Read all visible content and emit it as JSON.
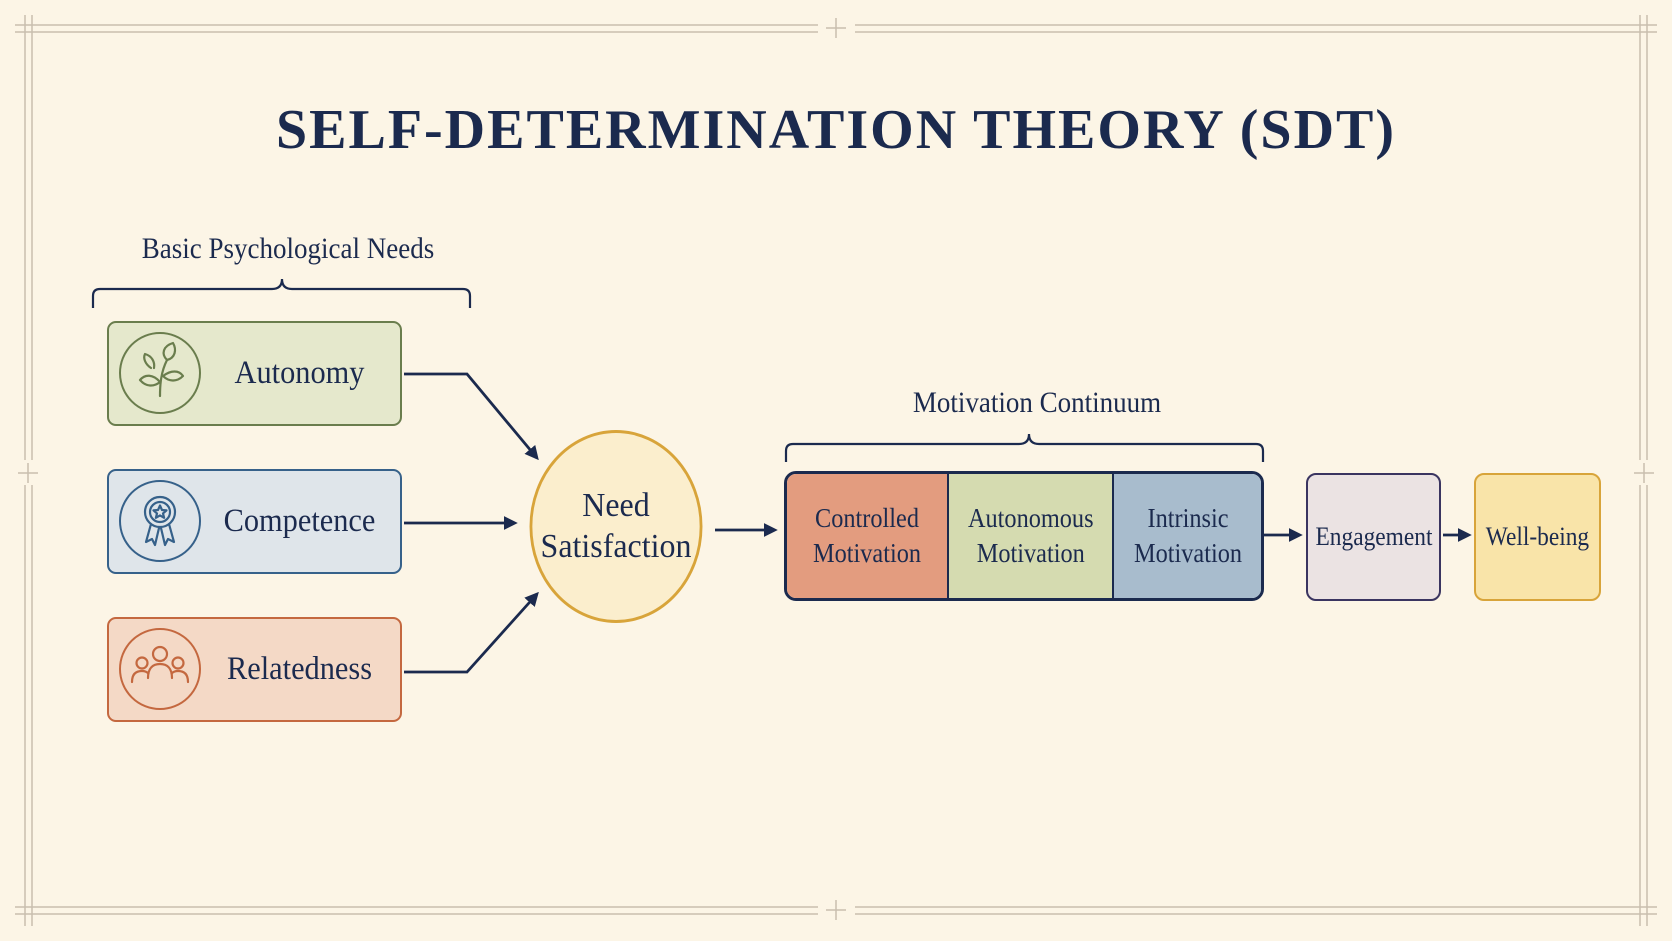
{
  "title": "SELF-DETERMINATION THEORY (SDT)",
  "needs": {
    "heading": "Basic Psychological Needs",
    "items": [
      {
        "label": "Autonomy",
        "icon": "sprout-icon",
        "border": "#6a7d4d",
        "fill": "#e5e8cc"
      },
      {
        "label": "Competence",
        "icon": "award-ribbon-icon",
        "border": "#36618a",
        "fill": "#dfe5ea"
      },
      {
        "label": "Relatedness",
        "icon": "people-group-icon",
        "border": "#c4683f",
        "fill": "#f4d9c6"
      }
    ]
  },
  "need_satisfaction": {
    "line1": "Need",
    "line2": "Satisfaction"
  },
  "continuum": {
    "heading": "Motivation Continuum",
    "segments": [
      {
        "line1": "Controlled",
        "line2": "Motivation"
      },
      {
        "line1": "Autonomous",
        "line2": "Motivation"
      },
      {
        "line1": "Intrinsic",
        "line2": "Motivation"
      }
    ]
  },
  "outcomes": [
    {
      "label": "Engagement"
    },
    {
      "label": "Well-being"
    }
  ],
  "colors": {
    "background": "#fcf5e6",
    "ink": "#1b2a4e",
    "frame": "#c9bfae",
    "accent_gold": "#d8a43a"
  }
}
